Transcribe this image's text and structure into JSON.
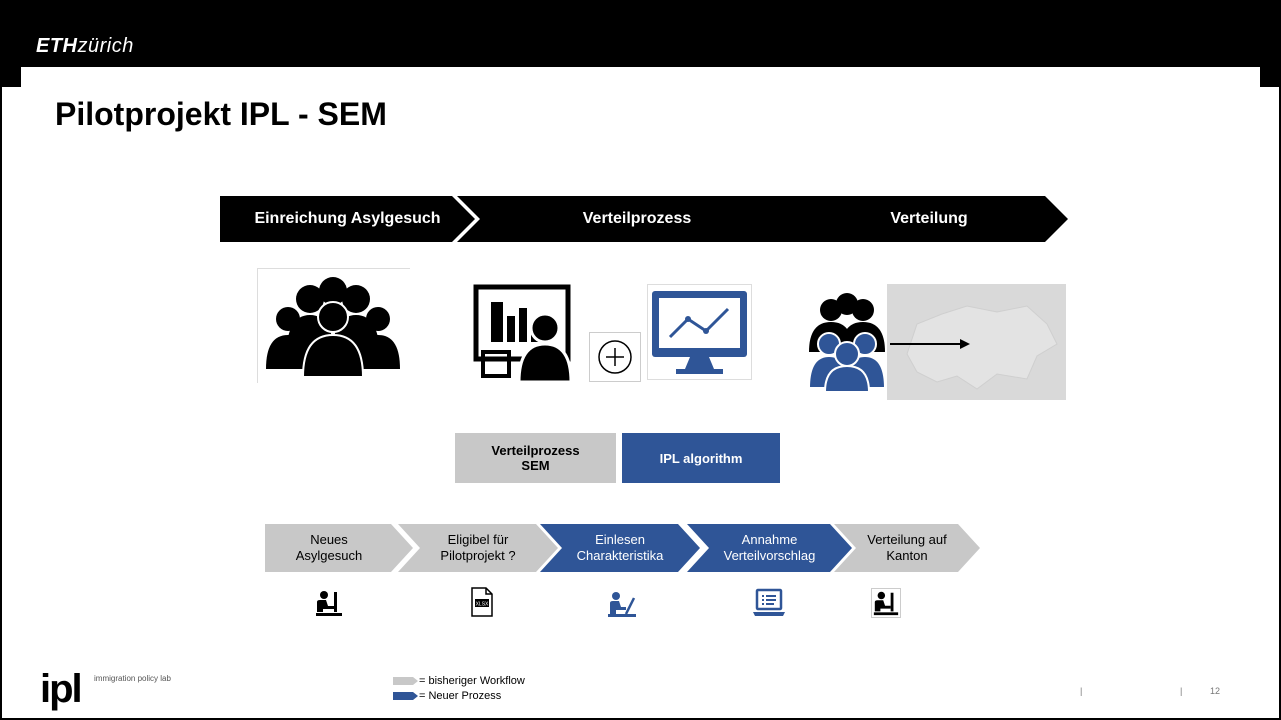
{
  "header": {
    "logo_bold": "ETH",
    "logo_italic": "zürich"
  },
  "slide": {
    "title": "Pilotprojekt IPL - SEM"
  },
  "phases": [
    {
      "label": "Einreichung Asylgesuch"
    },
    {
      "label": "Verteilprozess"
    },
    {
      "label": "Verteilung"
    }
  ],
  "process_boxes": {
    "old_label": "Verteilprozess SEM",
    "new_label": "IPL algorithm"
  },
  "steps": [
    {
      "label": "Neues Asylgesuch",
      "kind": "old"
    },
    {
      "label": "Eligibel für Pilotprojekt ?",
      "kind": "old"
    },
    {
      "label": "Einlesen Charakteristika",
      "kind": "new"
    },
    {
      "label": "Annahme Verteilvorschlag",
      "kind": "new"
    },
    {
      "label": "Verteilung auf Kanton",
      "kind": "old"
    }
  ],
  "legend": {
    "old": "= bisheriger Workflow",
    "new": "= Neuer Prozess"
  },
  "brand": {
    "ipl": "ipl",
    "sub": "immigration policy lab"
  },
  "footer": {
    "separator1": "|",
    "separator2": "|",
    "page_number": "12"
  },
  "colors": {
    "blue": "#2f5597",
    "gray": "#c8c8c8",
    "black": "#000000"
  },
  "icons": [
    "people-group-icon",
    "dashboard-presenter-icon",
    "plus-circle-icon",
    "monitor-chart-icon",
    "people-group-blue-icon",
    "switzerland-map-icon",
    "arrow-right-icon",
    "person-desk-icon",
    "xlsx-file-icon",
    "person-laptop-icon",
    "laptop-list-icon"
  ]
}
